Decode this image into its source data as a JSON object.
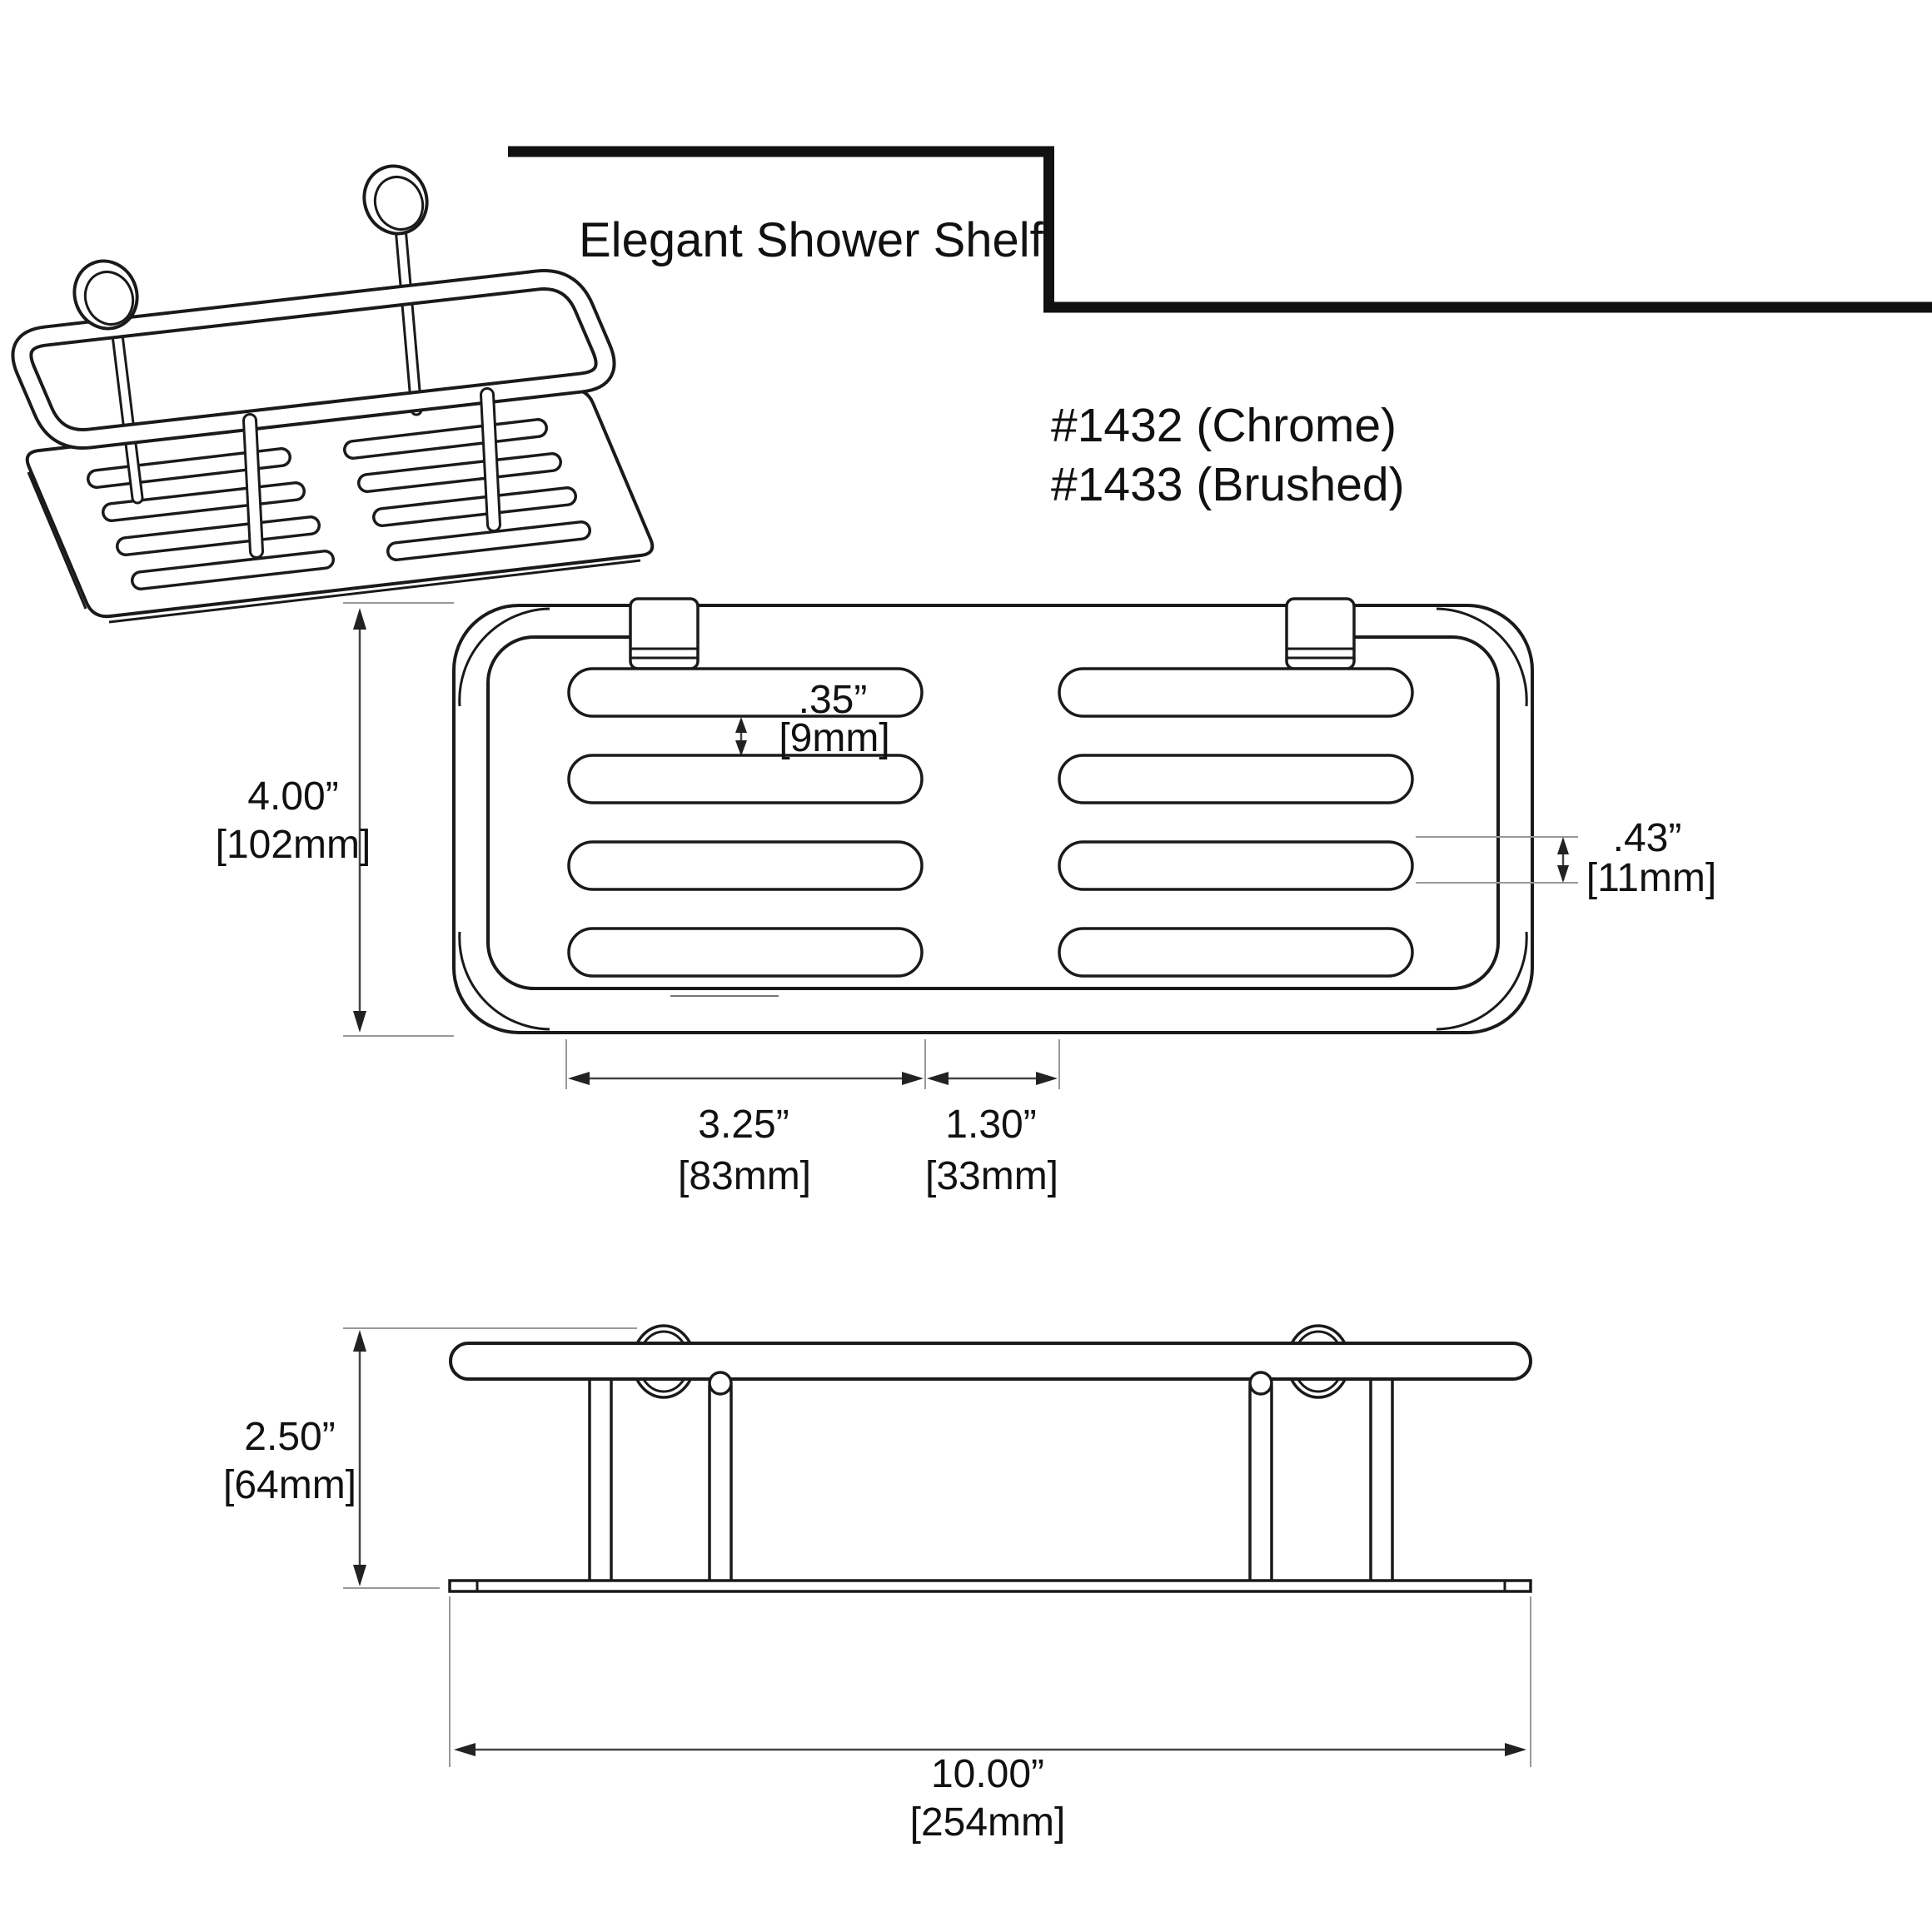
{
  "header": {
    "title": "Elegant Shower Shelf",
    "model_chrome": "#1432 (Chrome)",
    "model_brushed": "#1433 (Brushed)"
  },
  "top_view": {
    "height_in": "4.00”",
    "height_mm": "[102mm]",
    "slot_gap_in": ".35”",
    "slot_gap_mm": "[9mm]",
    "slot_height_in": ".43”",
    "slot_height_mm": "[11mm]",
    "slot_length_in": "3.25”",
    "slot_length_mm": "[83mm]",
    "column_gap_in": "1.30”",
    "column_gap_mm": "[33mm]"
  },
  "front_view": {
    "height_in": "2.50”",
    "height_mm": "[64mm]",
    "width_in": "10.00”",
    "width_mm": "[254mm]"
  }
}
